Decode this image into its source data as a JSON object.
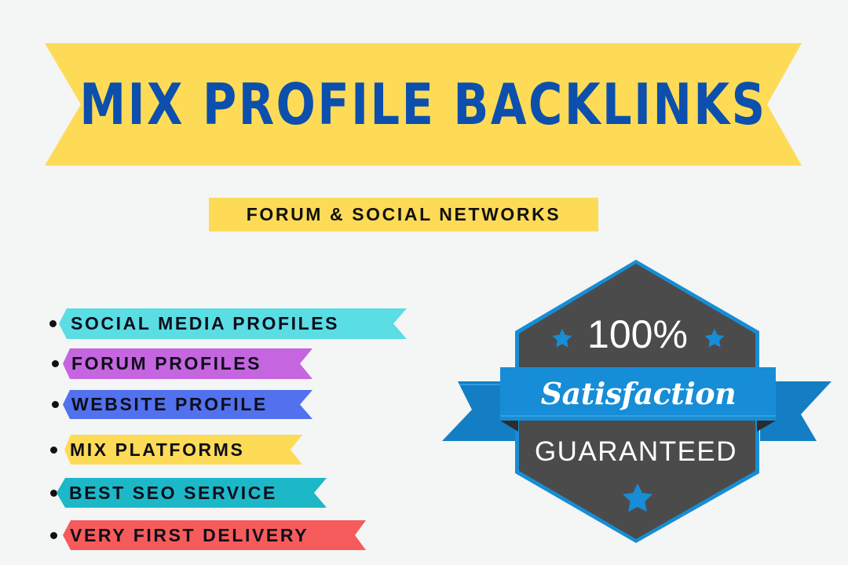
{
  "banner": {
    "title": "MIX PROFILE BACKLINKS",
    "background_color": "#fedb57",
    "text_color": "#0c4fad"
  },
  "subtitle": {
    "text": "FORUM & SOCIAL NETWORKS",
    "background_color": "#fedb57"
  },
  "features": [
    {
      "label": "SOCIAL MEDIA PROFILES",
      "color": "#5bdde4"
    },
    {
      "label": "FORUM PROFILES",
      "color": "#c665e0"
    },
    {
      "label": "WEBSITE PROFILE",
      "color": "#5171ee"
    },
    {
      "label": "MIX PLATFORMS",
      "color": "#fedb57"
    },
    {
      "label": "BEST SEO SERVICE",
      "color": "#1cb8c8"
    },
    {
      "label": "VERY FIRST DELIVERY",
      "color": "#f65b5b"
    }
  ],
  "badge": {
    "percent": "100%",
    "ribbon_text": "Satisfaction",
    "bottom_text": "GUARANTEED",
    "fill_color": "#4b4b4b",
    "accent_color": "#168dd6",
    "icons": [
      "star-icon",
      "star-icon",
      "star-icon"
    ]
  }
}
